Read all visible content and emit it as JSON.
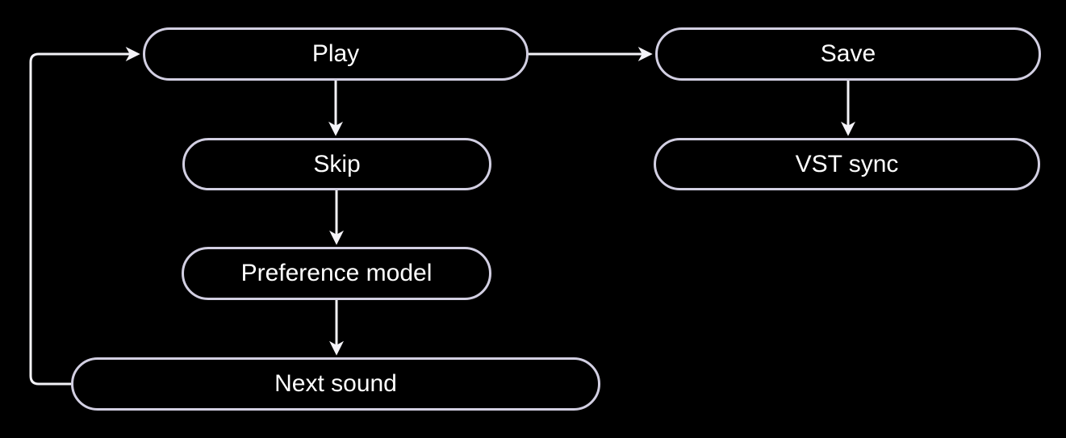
{
  "diagram": {
    "type": "flowchart",
    "background_color": "#000000",
    "node_border_color": "#d2cfe2",
    "node_fill_color": "#000000",
    "node_text_color": "#ffffff",
    "edge_color": "#f4f3f8",
    "nodes": {
      "play": {
        "label": "Play"
      },
      "save": {
        "label": "Save"
      },
      "skip": {
        "label": "Skip"
      },
      "vst_sync": {
        "label": "VST sync"
      },
      "preference_model": {
        "label": "Preference model"
      },
      "next_sound": {
        "label": "Next sound"
      }
    },
    "edges": [
      {
        "from": "Play",
        "to": "Save"
      },
      {
        "from": "Play",
        "to": "Skip"
      },
      {
        "from": "Save",
        "to": "VST sync"
      },
      {
        "from": "Skip",
        "to": "Preference model"
      },
      {
        "from": "Preference model",
        "to": "Next sound"
      },
      {
        "from": "Next sound",
        "to": "Play"
      }
    ]
  }
}
